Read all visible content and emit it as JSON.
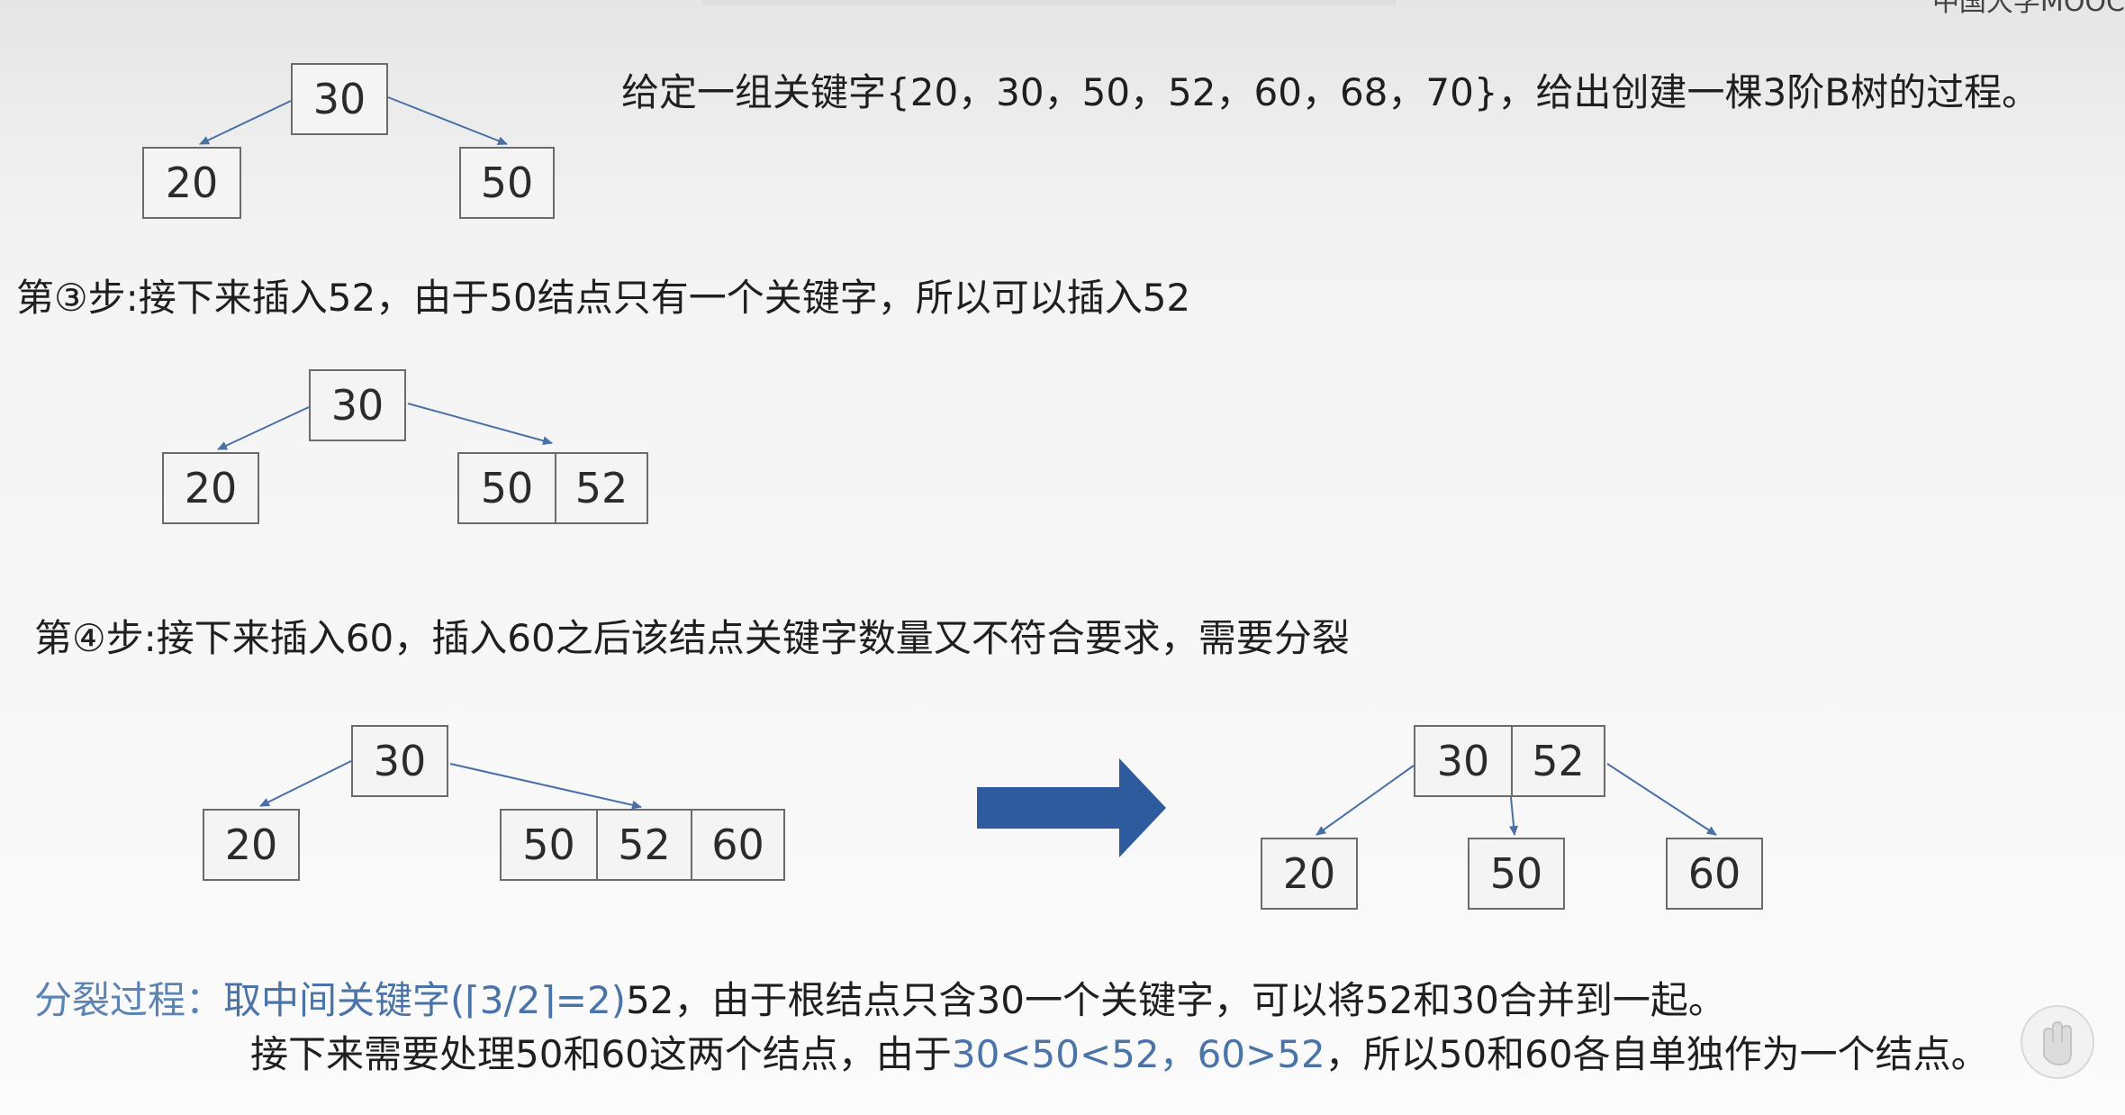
{
  "header": {
    "logo_fragment": "中国大学MOOC"
  },
  "watermark": "",
  "intro": {
    "text": "给定一组关键字{20，30，50，52，60，68，70}，给出创建一棵3阶B树的过程。"
  },
  "step3": {
    "text": "第③步:接下来插入52，由于50结点只有一个关键字，所以可以插入52",
    "tree": {
      "root": [
        "30"
      ],
      "left": [
        "20"
      ],
      "right": [
        "50",
        "52"
      ]
    }
  },
  "step2_tree": {
    "root": [
      "30"
    ],
    "left": [
      "20"
    ],
    "right": [
      "50"
    ]
  },
  "step4": {
    "text": "第④步:接下来插入60，插入60之后该结点关键字数量又不符合要求，需要分裂",
    "before": {
      "root": [
        "30"
      ],
      "left": [
        "20"
      ],
      "right": [
        "50",
        "52",
        "60"
      ]
    },
    "after": {
      "root": [
        "30",
        "52"
      ],
      "children": [
        [
          "20"
        ],
        [
          "50"
        ],
        [
          "60"
        ]
      ]
    }
  },
  "split": {
    "label": "分裂过程：",
    "line1_a": "取中间关键字(",
    "line1_ceil": "⌈3/2⌉=2)",
    "line1_b": "52，由于根结点只含30一个关键字，可以将52和30合并到一起。",
    "line2_a": "接下来需要处理50和60这两个结点，由于",
    "line2_blue": "30<50<52，60>52",
    "line2_b": "，所以50和60各自单独作为一个结点。"
  },
  "colors": {
    "arrow_blue": "#2e5b9e",
    "edge_blue": "#4a6fa5",
    "text_blue": "#4a73a8"
  }
}
